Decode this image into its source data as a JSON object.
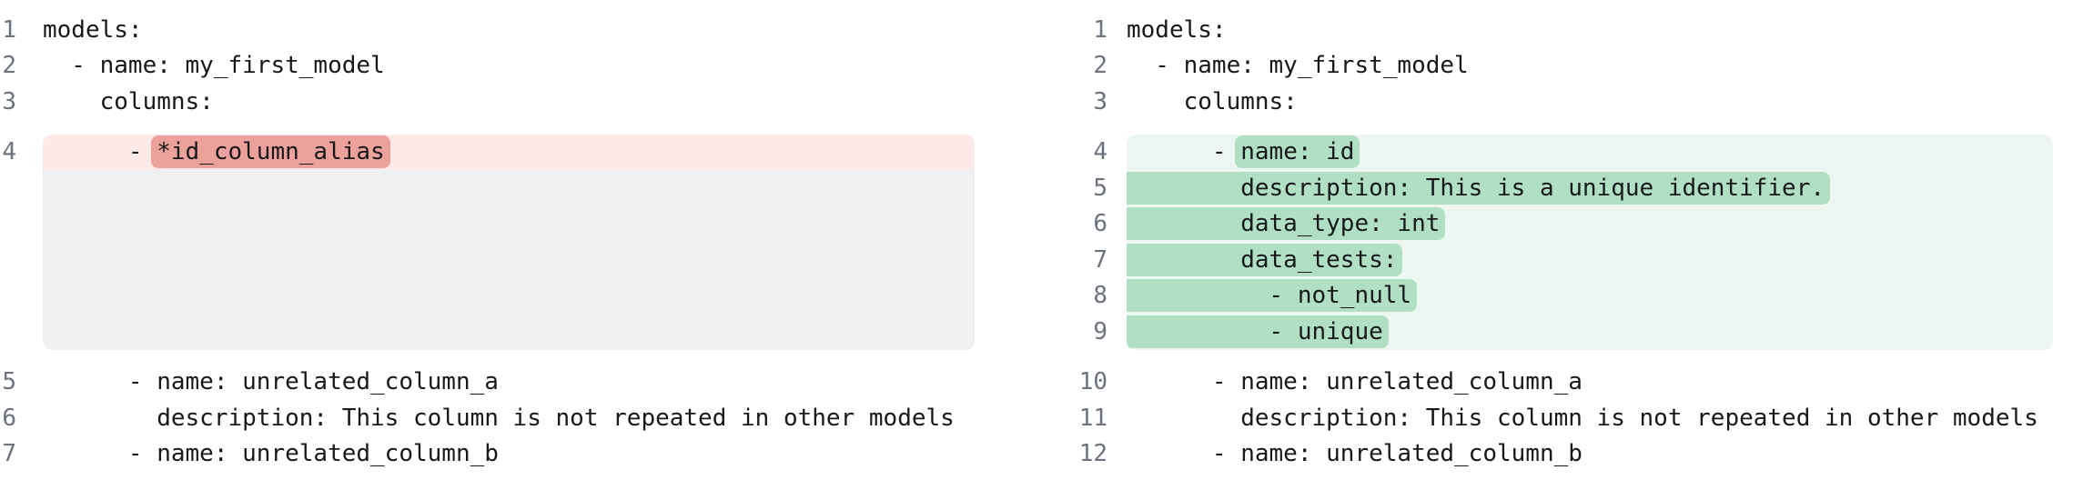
{
  "view": "side-by-side-yaml-diff",
  "colors": {
    "removed_line_bg": "#fce9e8",
    "removed_word_bg": "#eca29b",
    "alignment_placeholder_bg": "#eef0f1",
    "added_block_bg": "#edf6f1",
    "added_word_bg": "#b0dfc4",
    "line_number_text": "#6c727e",
    "code_text": "#17191d"
  },
  "panes": {
    "left": {
      "lines_before": [
        {
          "num": "1",
          "code": "models:"
        },
        {
          "num": "2",
          "code": "  - name: my_first_model"
        },
        {
          "num": "3",
          "code": "    columns:"
        }
      ],
      "removed": {
        "num": "4",
        "prefix": "      - ",
        "highlight": "*id_column_alias"
      },
      "lines_after": [
        {
          "num": "5",
          "code": "      - name: unrelated_column_a"
        },
        {
          "num": "6",
          "code": "        description: This column is not repeated in other models"
        },
        {
          "num": "7",
          "code": "      - name: unrelated_column_b"
        }
      ]
    },
    "right": {
      "lines_before": [
        {
          "num": "1",
          "code": "models:"
        },
        {
          "num": "2",
          "code": "  - name: my_first_model"
        },
        {
          "num": "3",
          "code": "    columns:"
        }
      ],
      "added": [
        {
          "num": "4",
          "prefix": "      - ",
          "highlight": "name: id"
        },
        {
          "num": "5",
          "prefix": "",
          "highlight": "        description: This is a unique identifier."
        },
        {
          "num": "6",
          "prefix": "",
          "highlight": "        data_type: int"
        },
        {
          "num": "7",
          "prefix": "",
          "highlight": "        data_tests:"
        },
        {
          "num": "8",
          "prefix": "",
          "highlight": "          - not_null"
        },
        {
          "num": "9",
          "prefix": "",
          "highlight": "          - unique"
        }
      ],
      "lines_after": [
        {
          "num": "10",
          "code": "      - name: unrelated_column_a"
        },
        {
          "num": "11",
          "code": "        description: This column is not repeated in other models"
        },
        {
          "num": "12",
          "code": "      - name: unrelated_column_b"
        }
      ]
    }
  }
}
